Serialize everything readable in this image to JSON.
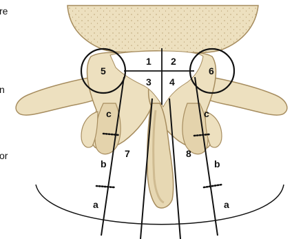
{
  "colors": {
    "bone": "#ede0bf",
    "bone_shadow": "#c9b488",
    "bone_outline": "#a68c5e",
    "ink": "#111111",
    "background": "#ffffff"
  },
  "edge_text": {
    "t1": "re",
    "t2": "n",
    "t3": "or"
  },
  "zones": {
    "z1": "1",
    "z2": "2",
    "z3": "3",
    "z4": "4",
    "z5": "5",
    "z6": "6",
    "z7": "7",
    "z8": "8",
    "a_left": "a",
    "a_right": "a",
    "b_left": "b",
    "b_right": "b",
    "c_left": "c",
    "c_right": "c"
  }
}
